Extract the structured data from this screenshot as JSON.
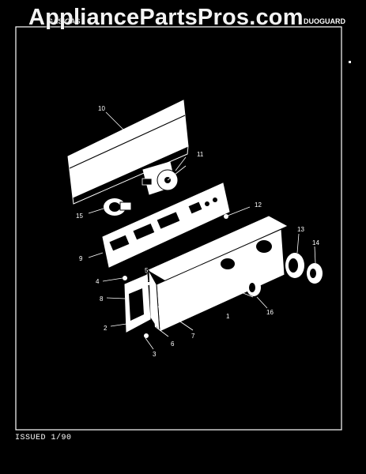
{
  "watermark": "AppliancePartsPros.com",
  "header": {
    "left_fragment": "GAS/GAS",
    "mid_fragment": "",
    "right_fragment": "DUOGUARD"
  },
  "footer": {
    "issued": "ISSUED 1/90"
  },
  "callouts": [
    {
      "id": "c10",
      "label": "10"
    },
    {
      "id": "c11",
      "label": "11"
    },
    {
      "id": "c12",
      "label": "12"
    },
    {
      "id": "c15",
      "label": "15"
    },
    {
      "id": "c9",
      "label": "9"
    },
    {
      "id": "c13",
      "label": "13"
    },
    {
      "id": "c14",
      "label": "14"
    },
    {
      "id": "c4",
      "label": "4"
    },
    {
      "id": "c5",
      "label": "5"
    },
    {
      "id": "c8",
      "label": "8"
    },
    {
      "id": "c1",
      "label": "1"
    },
    {
      "id": "c16",
      "label": "16"
    },
    {
      "id": "c2",
      "label": "2"
    },
    {
      "id": "c7",
      "label": "7"
    },
    {
      "id": "c6",
      "label": "6"
    },
    {
      "id": "c3",
      "label": "3"
    }
  ],
  "colors": {
    "background": "#000000",
    "line": "#ffffff",
    "part_fill": "#ffffff",
    "part_ink": "#000000"
  }
}
